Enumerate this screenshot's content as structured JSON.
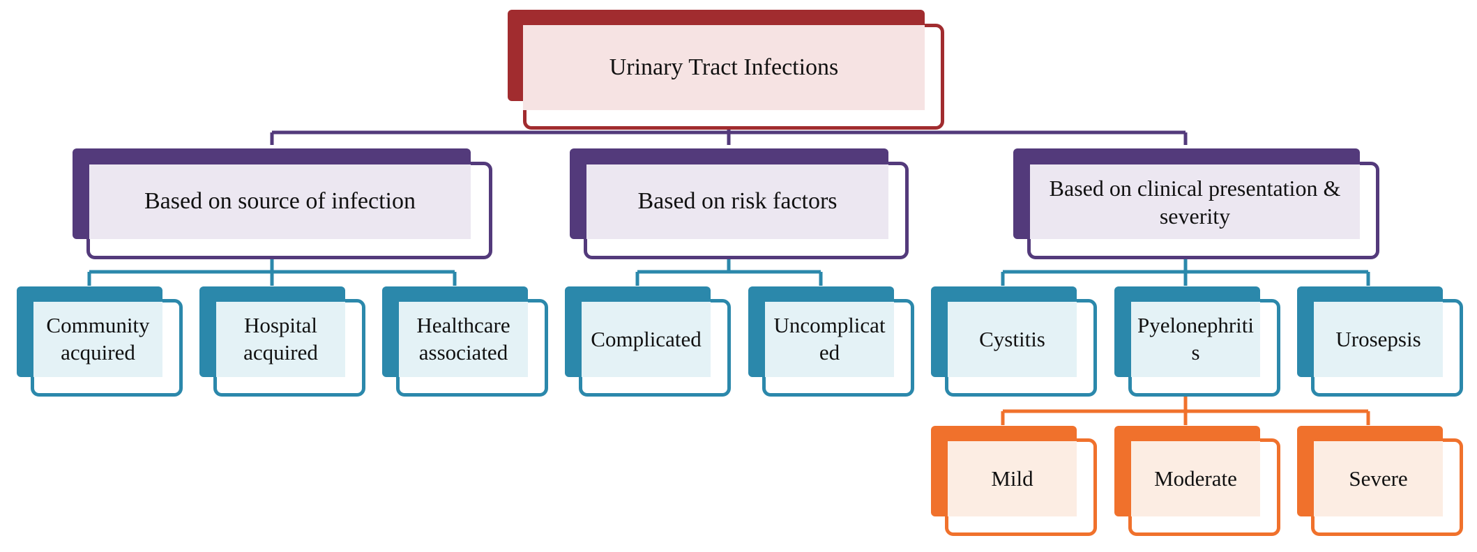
{
  "root": {
    "label": "Urinary Tract Infections"
  },
  "categories": {
    "source": {
      "label": "Based on source of infection"
    },
    "risk": {
      "label": "Based on risk factors"
    },
    "clinical": {
      "label": "Based on clinical presentation & severity"
    }
  },
  "source_items": {
    "community": {
      "label": "Community acquired"
    },
    "hospital": {
      "label": "Hospital acquired"
    },
    "healthcare": {
      "label": "Healthcare associated"
    }
  },
  "risk_items": {
    "complicated": {
      "label": "Complicated"
    },
    "uncomplicated": {
      "label": "Uncomplicated"
    }
  },
  "clinical_items": {
    "cystitis": {
      "label": "Cystitis"
    },
    "pyelonephritis": {
      "label": "Pyelonephritis"
    },
    "urosepsis": {
      "label": "Urosepsis"
    }
  },
  "severity_items": {
    "mild": {
      "label": "Mild"
    },
    "moderate": {
      "label": "Moderate"
    },
    "severe": {
      "label": "Severe"
    }
  },
  "colors": {
    "root": "#a12c2f",
    "category": "#533a7b",
    "subtype": "#2b88ab",
    "severity": "#f0712c"
  }
}
